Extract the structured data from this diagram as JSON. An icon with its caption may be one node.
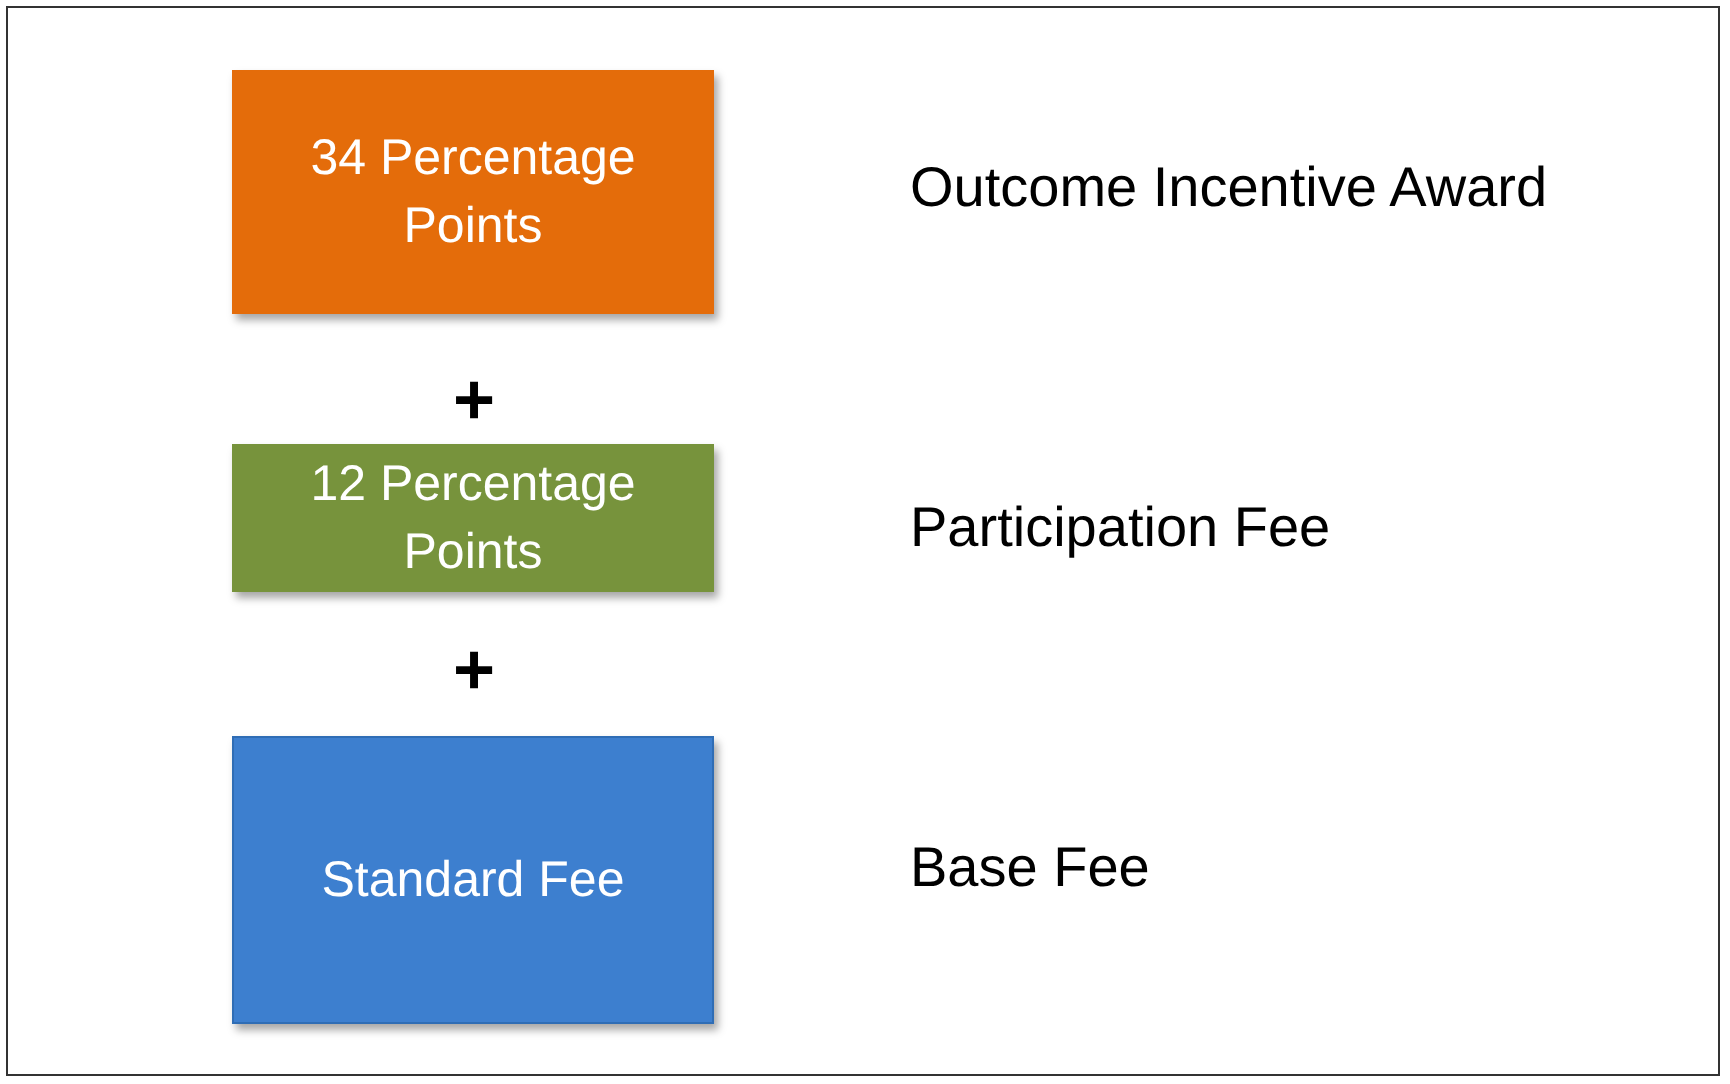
{
  "diagram": {
    "nodes": [
      {
        "text": [
          "34 Percentage Points"
        ],
        "beside": [
          "Outcome Incentive Award"
        ]
      },
      {
        "text": [
          "12 Percentage Points"
        ],
        "beside": [
          "Participation Fee"
        ]
      },
      {
        "text": [
          "Standard Fee"
        ],
        "beside": [
          "Base Fee"
        ]
      }
    ],
    "labels": [
      "+",
      "+"
    ]
  }
}
